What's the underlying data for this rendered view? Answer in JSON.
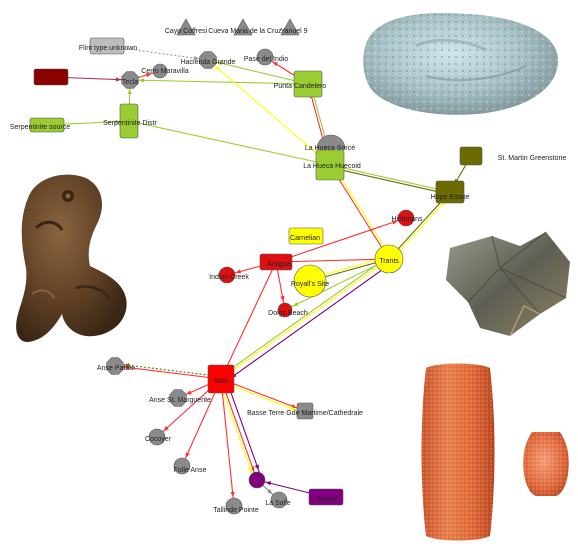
{
  "nodes": [
    {
      "id": "cayo",
      "label": "Cayo Coffresi",
      "shape": "triangle",
      "color": "#8a8a8a"
    },
    {
      "id": "mariadelacruz",
      "label": "Cueva Maria de la Cruz",
      "shape": "triangle",
      "color": "#8a8a8a"
    },
    {
      "id": "yanuel",
      "label": "Yanuel 9",
      "shape": "triangle",
      "color": "#8a8a8a"
    },
    {
      "id": "flintunknown",
      "label": "Flint type unknown",
      "shape": "rect",
      "color": "#bdbdbd"
    },
    {
      "id": "haciendagrande",
      "label": "Hacienda Grande",
      "shape": "octagon",
      "color": "#8a8a8a"
    },
    {
      "id": "paseindio",
      "label": "Pase del Indio",
      "shape": "circle",
      "color": "#8a8a8a"
    },
    {
      "id": "darkred",
      "label": "",
      "shape": "rect",
      "color": "#8b0000"
    },
    {
      "id": "tecla",
      "label": "Tecla",
      "shape": "octagon",
      "color": "#8a8a8a"
    },
    {
      "id": "cerromaravilla",
      "label": "Cerro Maravilla",
      "shape": "circle",
      "color": "#8a8a8a"
    },
    {
      "id": "puntacandelero",
      "label": "Punta Candelero",
      "shape": "rect",
      "color": "#9acd32"
    },
    {
      "id": "serpsource",
      "label": "Serpentinite source",
      "shape": "rect",
      "color": "#9acd32"
    },
    {
      "id": "serpdistr",
      "label": "Serpentinite Distr",
      "shape": "rect",
      "color": "#9acd32"
    },
    {
      "id": "huecasorce",
      "label": "La Hueca Sorcé",
      "shape": "semicircle",
      "color": "#8a8a8a"
    },
    {
      "id": "huecahuecoid",
      "label": "La Hueca Huecoid",
      "shape": "rect",
      "color": "#9acd32"
    },
    {
      "id": "stmartin",
      "label": "St. Martin Greenstone",
      "shape": "rect",
      "color": "#6b6b00"
    },
    {
      "id": "hopeestate",
      "label": "Hope Estate",
      "shape": "rect",
      "color": "#6b6b00"
    },
    {
      "id": "hichmans",
      "label": "Hichmans",
      "shape": "circle",
      "color": "#dd1111"
    },
    {
      "id": "carnelian",
      "label": "Carnelian",
      "shape": "rect",
      "color": "#ffff00"
    },
    {
      "id": "indiancreek",
      "label": "Indian Creek",
      "shape": "circle",
      "color": "#dd1111"
    },
    {
      "id": "antigua",
      "label": "Antigua",
      "shape": "rect",
      "color": "#dd1111"
    },
    {
      "id": "trants",
      "label": "Trants",
      "shape": "circle",
      "color": "#ffff00"
    },
    {
      "id": "royalls",
      "label": "Royall's Site",
      "shape": "circle",
      "color": "#ffff00"
    },
    {
      "id": "doigsbeach",
      "label": "Doigs Beach",
      "shape": "circle",
      "color": "#dd1111"
    },
    {
      "id": "ansepatate",
      "label": "Anse Patate",
      "shape": "octagon",
      "color": "#8a8a8a"
    },
    {
      "id": "main",
      "label": "Main",
      "shape": "rect",
      "color": "#ff0000"
    },
    {
      "id": "ansestmarguerite",
      "label": "Anse St. Marguerite",
      "shape": "octagon",
      "color": "#8a8a8a"
    },
    {
      "id": "bassetere",
      "label": "Basse Terre Gde Martime/Cathedrale",
      "shape": "rect",
      "color": "#8a8a8a"
    },
    {
      "id": "cocoyer",
      "label": "Cocoyer",
      "shape": "circle",
      "color": "#8a8a8a"
    },
    {
      "id": "folleanse",
      "label": "Folle Anse",
      "shape": "circle",
      "color": "#8a8a8a"
    },
    {
      "id": "purple",
      "label": "",
      "shape": "circle",
      "color": "#800080"
    },
    {
      "id": "lasalle",
      "label": "La Salle",
      "shape": "circle",
      "color": "#8a8a8a"
    },
    {
      "id": "jasper",
      "label": "Jasper",
      "shape": "rect",
      "color": "#800080"
    },
    {
      "id": "tallinde",
      "label": "Tallinde Pointe",
      "shape": "circle",
      "color": "#8a8a8a"
    }
  ],
  "edges": [
    {
      "from": "darkred",
      "to": "tecla",
      "color": "#b03060"
    },
    {
      "from": "flintunknown",
      "to": "haciendagrande",
      "color": "#999999",
      "dotted": true
    },
    {
      "from": "tecla",
      "to": "cerromaravilla",
      "color": "#ff3030"
    },
    {
      "from": "puntacandelero",
      "to": "haciendagrande",
      "color": "#9acd32"
    },
    {
      "from": "puntacandelero",
      "to": "tecla",
      "color": "#9acd32"
    },
    {
      "from": "puntacandelero",
      "to": "paseindio",
      "color": "#ff3030"
    },
    {
      "from": "serpsource",
      "to": "serpdistr",
      "color": "#9acd32"
    },
    {
      "from": "serpdistr",
      "to": "tecla",
      "color": "#9acd32"
    },
    {
      "from": "serpdistr",
      "to": "huecahuecoid",
      "color": "#9acd32"
    },
    {
      "from": "huecahuecoid",
      "to": "puntacandelero",
      "color": "#ff3030"
    },
    {
      "from": "huecahuecoid",
      "to": "puntacandelero",
      "color": "#9acd32"
    },
    {
      "from": "huecahuecoid",
      "to": "haciendagrande",
      "color": "#ffff00"
    },
    {
      "from": "trants",
      "to": "huecahuecoid",
      "color": "#ff3030"
    },
    {
      "from": "trants",
      "to": "huecahuecoid",
      "color": "#ffff00"
    },
    {
      "from": "hopeestate",
      "to": "huecahuecoid",
      "color": "#9acd32"
    },
    {
      "from": "huecahuecoid",
      "to": "hopeestate",
      "color": "#6b6b00"
    },
    {
      "from": "stmartin",
      "to": "hopeestate",
      "color": "#6b6b00"
    },
    {
      "from": "hopeestate",
      "to": "trants",
      "color": "#6b6b00"
    },
    {
      "from": "trants",
      "to": "hopeestate",
      "color": "#ffff00"
    },
    {
      "from": "antigua",
      "to": "hichmans",
      "color": "#ff3030"
    },
    {
      "from": "antigua",
      "to": "indiancreek",
      "color": "#ff3030"
    },
    {
      "from": "antigua",
      "to": "doigsbeach",
      "color": "#ff3030"
    },
    {
      "from": "antigua",
      "to": "trants",
      "color": "#ff3030"
    },
    {
      "from": "trants",
      "to": "royalls",
      "color": "#6b6b00"
    },
    {
      "from": "trants",
      "to": "royalls",
      "color": "#ffff00"
    },
    {
      "from": "trants",
      "to": "doigsbeach",
      "color": "#9acd32"
    },
    {
      "from": "trants",
      "to": "main",
      "color": "#ffff00"
    },
    {
      "from": "trants",
      "to": "main",
      "color": "#9acd32"
    },
    {
      "from": "trants",
      "to": "main",
      "color": "#800080"
    },
    {
      "from": "antigua",
      "to": "main",
      "color": "#ff3030"
    },
    {
      "from": "main",
      "to": "ansepatate",
      "color": "#ff3030"
    },
    {
      "from": "main",
      "to": "ansepatate",
      "color": "#6b6b00",
      "dotted": true
    },
    {
      "from": "main",
      "to": "ansestmarguerite",
      "color": "#ff3030"
    },
    {
      "from": "main",
      "to": "bassetere",
      "color": "#ff3030"
    },
    {
      "from": "main",
      "to": "bassetere",
      "color": "#ffff00"
    },
    {
      "from": "main",
      "to": "cocoyer",
      "color": "#ff3030"
    },
    {
      "from": "main",
      "to": "folleanse",
      "color": "#ff3030"
    },
    {
      "from": "main",
      "to": "tallinde",
      "color": "#ff3030"
    },
    {
      "from": "main",
      "to": "purple",
      "color": "#ff3030"
    },
    {
      "from": "main",
      "to": "purple",
      "color": "#ffff00"
    },
    {
      "from": "main",
      "to": "purple",
      "color": "#800080"
    },
    {
      "from": "jasper",
      "to": "purple",
      "color": "#800080"
    },
    {
      "from": "purple",
      "to": "lasalle",
      "color": "#8a8a8a"
    }
  ],
  "photos": [
    {
      "id": "turquoise-stone",
      "kind": "turquoise-rock"
    },
    {
      "id": "bird-pendant",
      "kind": "bird-carving"
    },
    {
      "id": "flint-flake",
      "kind": "flint"
    },
    {
      "id": "carnelian-bead-large",
      "kind": "bead-large"
    },
    {
      "id": "carnelian-bead-small",
      "kind": "bead-small"
    }
  ]
}
